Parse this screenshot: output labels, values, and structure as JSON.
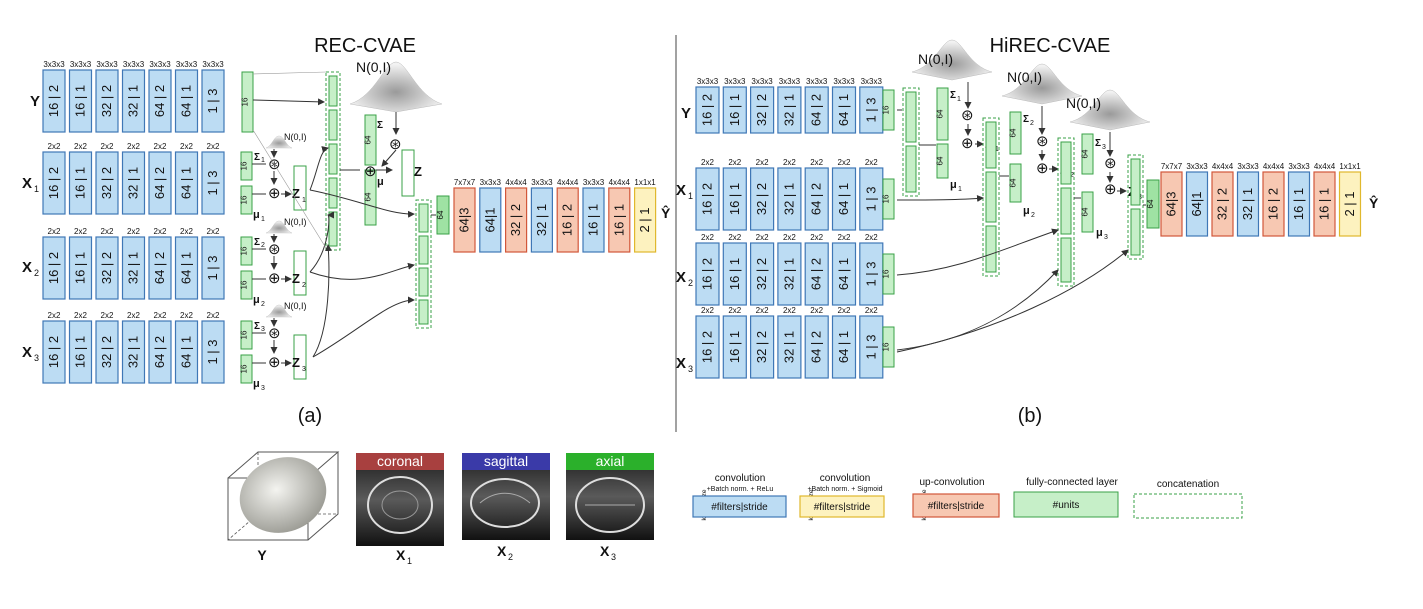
{
  "titles": {
    "left": "REC-CVAE",
    "right": "HiREC-CVAE"
  },
  "panel_labels": {
    "a": "(a)",
    "b": "(b)"
  },
  "noise": {
    "big": "N(0,I)",
    "small": "N(0,I)"
  },
  "kernels": {
    "k3": "3x3x3",
    "k2": "2x2",
    "k7": "7x7x7",
    "k4": "4x4x4",
    "k1": "1x1x1"
  },
  "encoder_blocks": [
    "16 | 2",
    "16 | 1",
    "32 | 2",
    "32 | 1",
    "64 | 2",
    "64 | 1",
    "1 | 3"
  ],
  "decoder_blocks": [
    "64|3",
    "64|1",
    "32 | 2",
    "32 | 1",
    "16 | 2",
    "16 | 1",
    "16 | 1",
    "2 | 1"
  ],
  "decoder_kernels": [
    "7x7x7",
    "3x3x3",
    "4x4x4",
    "3x3x3",
    "4x4x4",
    "3x3x3",
    "4x4x4",
    "1x1x1"
  ],
  "fc_units": {
    "f16": "16",
    "f64": "64"
  },
  "row_labels": {
    "Y": "Y",
    "X1": "X",
    "X2": "X",
    "X3": "X",
    "s1": "1",
    "s2": "2",
    "s3": "3"
  },
  "latent": {
    "sigma": "Σ",
    "mu": "μ",
    "z": "Z",
    "sigma1": "Σ",
    "sigma2": "Σ",
    "sigma3": "Σ",
    "mu1": "μ",
    "mu2": "μ",
    "mu3": "μ",
    "s1": "1",
    "s2": "2",
    "s3": "3"
  },
  "ops": {
    "plus": "⊕",
    "times": "⊛"
  },
  "output_label": "Ŷ",
  "views": {
    "coronal": "coronal",
    "sagittal": "sagittal",
    "axial": "axial"
  },
  "view_colors": {
    "coronal": "#a8403f",
    "sagittal": "#3a3aa8",
    "axial": "#2bb02b"
  },
  "bottom_labels": {
    "Y": "Y",
    "X": "X",
    "s1": "1",
    "s2": "2",
    "s3": "3"
  },
  "legend": {
    "conv_title": "convolution",
    "conv_sub": "+Batch norm. + ReLu",
    "conv_sig_title": "convolution",
    "conv_sig_sub": "+Batch norm. + Sigmoid",
    "upconv_title": "up-convolution",
    "fc_title": "fully-connected layer",
    "concat_title": "concatenation",
    "kernel_size": "kernel size",
    "filters_stride": "#filters|stride",
    "units": "#units"
  }
}
